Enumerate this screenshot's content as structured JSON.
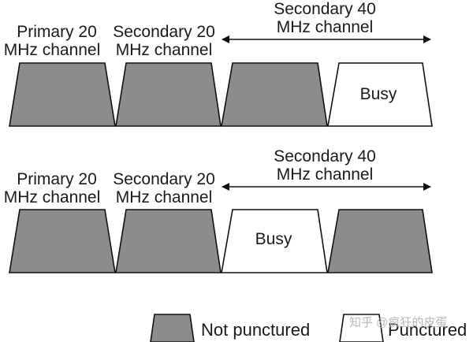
{
  "diagrams": [
    {
      "primary_label": [
        "Primary 20",
        "MHz channel"
      ],
      "secondary20_label": [
        "Secondary 20",
        "MHz channel"
      ],
      "secondary40_label": [
        "Secondary 40",
        "MHz channel"
      ],
      "channels": [
        {
          "state": "not_punctured",
          "text": ""
        },
        {
          "state": "not_punctured",
          "text": ""
        },
        {
          "state": "not_punctured",
          "text": ""
        },
        {
          "state": "busy",
          "text": "Busy"
        }
      ]
    },
    {
      "primary_label": [
        "Primary 20",
        "MHz channel"
      ],
      "secondary20_label": [
        "Secondary 20",
        "MHz channel"
      ],
      "secondary40_label": [
        "Secondary 40",
        "MHz channel"
      ],
      "channels": [
        {
          "state": "not_punctured",
          "text": ""
        },
        {
          "state": "not_punctured",
          "text": ""
        },
        {
          "state": "busy",
          "text": "Busy"
        },
        {
          "state": "not_punctured",
          "text": ""
        }
      ]
    }
  ],
  "legend": {
    "not_punctured": "Not punctured",
    "punctured": "Punctured"
  },
  "watermark": "知乎 @疯狂的皮蛋",
  "colors": {
    "filled": "#8c8c8c",
    "empty": "#ffffff",
    "stroke": "#111111"
  }
}
